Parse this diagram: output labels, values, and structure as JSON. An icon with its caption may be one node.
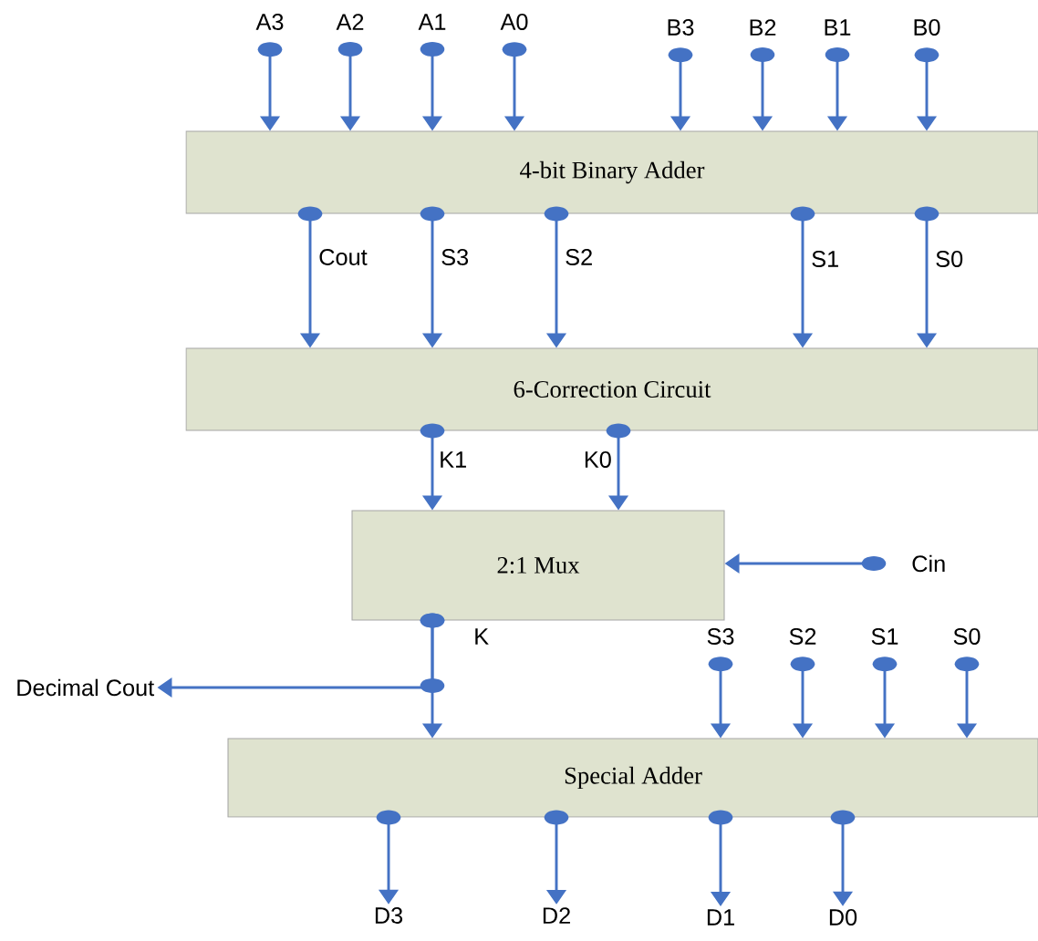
{
  "diagram": {
    "nodes": [
      {
        "text": [
          "A3"
        ]
      },
      {
        "text": [
          "A2"
        ]
      },
      {
        "text": [
          "A1"
        ]
      },
      {
        "text": [
          "A0"
        ]
      },
      {
        "text": [
          "B3"
        ]
      },
      {
        "text": [
          "B2"
        ]
      },
      {
        "text": [
          "B1"
        ]
      },
      {
        "text": [
          "B0"
        ]
      },
      {
        "text": [
          "4-bit Binary Adder"
        ]
      },
      {
        "text": [
          "6-Correction Circuit"
        ]
      },
      {
        "text": [
          "2:1 Mux"
        ]
      },
      {
        "text": [
          "Cin"
        ]
      },
      {
        "text": [
          "Decimal Cout"
        ]
      },
      {
        "text": [
          "S3"
        ]
      },
      {
        "text": [
          "S2"
        ]
      },
      {
        "text": [
          "S1"
        ]
      },
      {
        "text": [
          "S0"
        ]
      },
      {
        "text": [
          "Special Adder"
        ]
      },
      {
        "text": [
          "D3"
        ]
      },
      {
        "text": [
          "D2"
        ]
      },
      {
        "text": [
          "D1"
        ]
      },
      {
        "text": [
          "D0"
        ]
      }
    ],
    "edges": [
      {
        "from": 0,
        "to": 8,
        "arrow": "to"
      },
      {
        "from": 1,
        "to": 8,
        "arrow": "to"
      },
      {
        "from": 2,
        "to": 8,
        "arrow": "to"
      },
      {
        "from": 3,
        "to": 8,
        "arrow": "to"
      },
      {
        "from": 4,
        "to": 8,
        "arrow": "to"
      },
      {
        "from": 5,
        "to": 8,
        "arrow": "to"
      },
      {
        "from": 6,
        "to": 8,
        "arrow": "to"
      },
      {
        "from": 7,
        "to": 8,
        "arrow": "to"
      },
      {
        "from": 8,
        "to": 9,
        "arrow": "to",
        "label": "Cout"
      },
      {
        "from": 8,
        "to": 9,
        "arrow": "to",
        "label": "S3"
      },
      {
        "from": 8,
        "to": 9,
        "arrow": "to",
        "label": "S2"
      },
      {
        "from": 8,
        "to": 9,
        "arrow": "to",
        "label": "S1"
      },
      {
        "from": 8,
        "to": 9,
        "arrow": "to",
        "label": "S0"
      },
      {
        "from": 9,
        "to": 10,
        "arrow": "to",
        "label": "K1"
      },
      {
        "from": 9,
        "to": 10,
        "arrow": "to",
        "label": "K0"
      },
      {
        "from": 11,
        "to": 10,
        "arrow": "to"
      },
      {
        "from": 10,
        "to": 17,
        "arrow": "to",
        "label": "K"
      },
      {
        "from": 10,
        "to": 12,
        "arrow": "to"
      },
      {
        "from": 13,
        "to": 17,
        "arrow": "to"
      },
      {
        "from": 14,
        "to": 17,
        "arrow": "to"
      },
      {
        "from": 15,
        "to": 17,
        "arrow": "to"
      },
      {
        "from": 16,
        "to": 17,
        "arrow": "to"
      },
      {
        "from": 17,
        "to": 18,
        "arrow": "to"
      },
      {
        "from": 17,
        "to": 19,
        "arrow": "to"
      },
      {
        "from": 17,
        "to": 20,
        "arrow": "to"
      },
      {
        "from": 17,
        "to": 21,
        "arrow": "to"
      }
    ]
  }
}
